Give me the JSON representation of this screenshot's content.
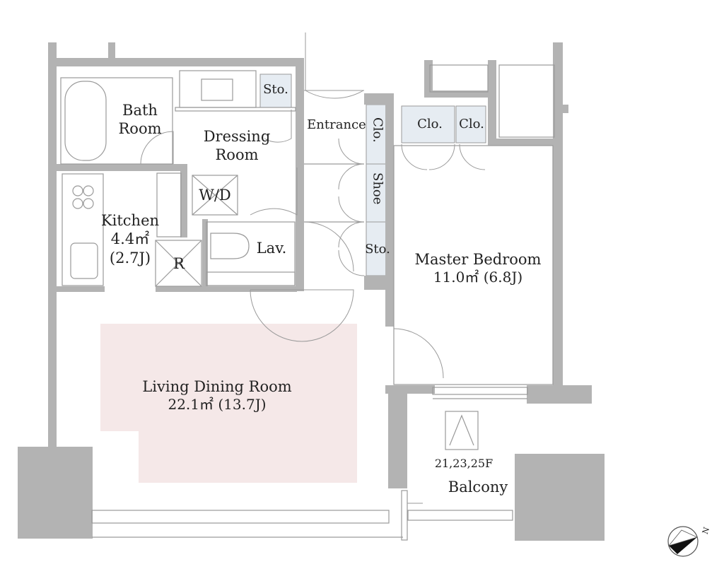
{
  "rooms": {
    "bath": {
      "line1": "Bath",
      "line2": "Room"
    },
    "dressing": {
      "line1": "Dressing",
      "line2": "Room"
    },
    "storage_top": "Sto.",
    "entrance": "Entrance",
    "closet_vertical": "Clo.",
    "closet_1": "Clo.",
    "closet_2": "Clo.",
    "shoe": "Shoe",
    "storage_mid": "Sto.",
    "washer_dryer": "W/D",
    "kitchen": {
      "name": "Kitchen",
      "area_m2": "4.4㎡",
      "area_j": "(2.7J)"
    },
    "refrigerator": "R",
    "lavatory": "Lav.",
    "master_bedroom": {
      "name": "Master Bedroom",
      "area": "11.0㎡  (6.8J)"
    },
    "living_dining": {
      "name": "Living Dining Room",
      "area": "22.1㎡  (13.7J)"
    },
    "balcony": {
      "name": "Balcony",
      "floors": "21,23,25F"
    }
  },
  "compass": {
    "north_label": "N"
  },
  "colors": {
    "wall": "#b3b3b3",
    "line": "#9a9a9a",
    "ldk_highlight": "#f5e8e8",
    "storage_fill": "#e6ecf2"
  }
}
